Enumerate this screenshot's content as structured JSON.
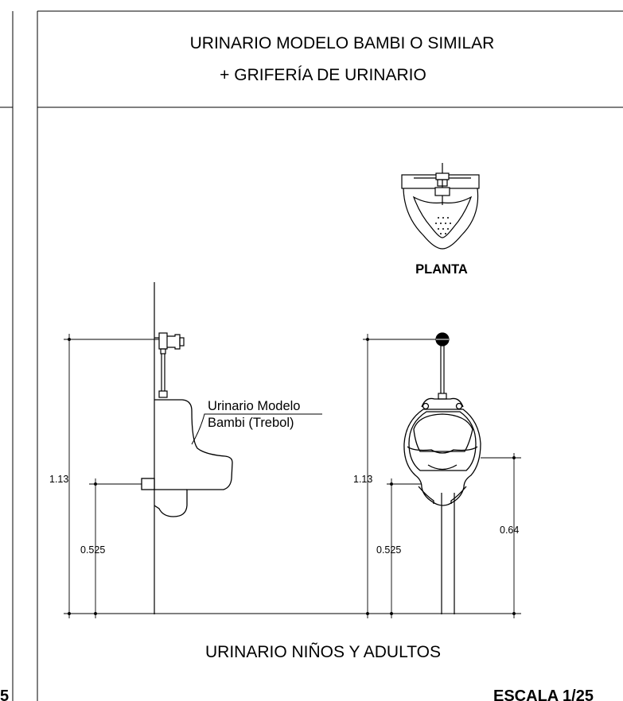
{
  "sheet": {
    "title_line1": "URINARIO MODELO BAMBI O SIMILAR",
    "title_line2": "+ GRIFERÍA DE URINARIO",
    "plan_label": "PLANTA",
    "side_callout_line1": "Urinario Modelo",
    "side_callout_line2": "Bambi (Trebol)",
    "footer_title": "URINARIO NIÑOS Y ADULTOS",
    "scale_label": "ESCALA 1/25",
    "left_edge_number": "5"
  },
  "dimensions": {
    "side_total_height": "1.13",
    "side_outlet_height": "0.525",
    "front_total_height": "1.13",
    "front_outlet_height": "0.525",
    "front_bowl_height": "0.64"
  }
}
